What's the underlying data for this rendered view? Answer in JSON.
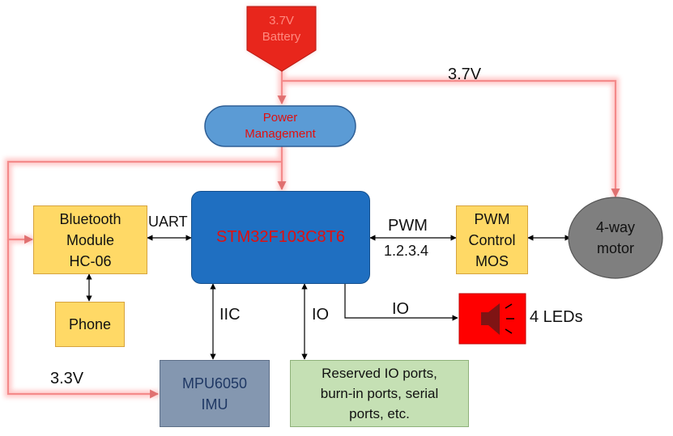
{
  "battery": {
    "line1": "3.7V",
    "line2": "Battery"
  },
  "power_management": {
    "line1": "Power",
    "line2": "Management"
  },
  "mcu": {
    "label": "STM32F103C8T6"
  },
  "bluetooth": {
    "label": "Bluetooth\nModule\nHC-06"
  },
  "phone": {
    "label": "Phone"
  },
  "pwm_control": {
    "label": "PWM\nControl\nMOS"
  },
  "motor": {
    "label": "4-way\nmotor"
  },
  "imu": {
    "label": "MPU6050\nIMU"
  },
  "reserved_io": {
    "label": "Reserved IO ports,\nburn-in ports, serial\nports, etc."
  },
  "leds": {
    "label": "4 LEDs"
  },
  "links": {
    "uart": "UART",
    "pwm": "PWM",
    "pwm_channels": "1.2.3.4",
    "iic": "IIC",
    "io_down": "IO",
    "io_right": "IO",
    "v37": "3.7V",
    "v33": "3.3V"
  },
  "colors": {
    "battery": "#e8261c",
    "power_rail": "#f07a7a",
    "mcu": "#1f6fc1",
    "mcu_text": "#e01010",
    "power_mgmt": "#5b9bd5",
    "module_yellow": "#ffd966",
    "module_border": "#d6a33e",
    "motor": "#7f7f7f",
    "imu": "#8497b0",
    "reserved_io": "#c5e0b4",
    "leds": "#ff0000",
    "imu_text": "#1f3864"
  }
}
